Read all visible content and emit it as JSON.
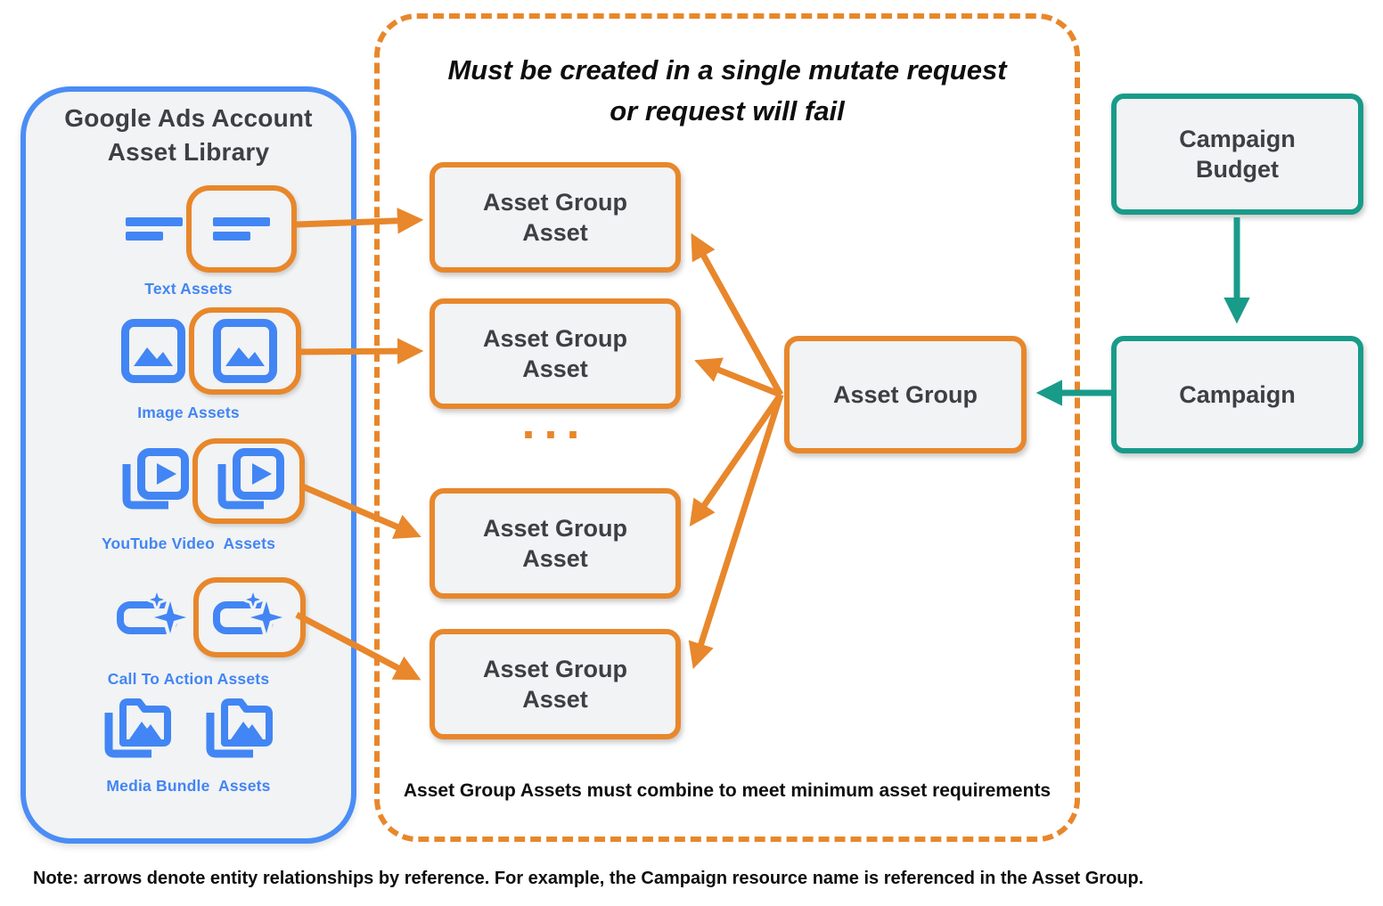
{
  "colors": {
    "blue": "#4285F4",
    "panel_border_blue": "#4A8DF5",
    "orange": "#E8872B",
    "teal": "#199B8A",
    "box_fill": "#F1F3F4",
    "dark_text": "#3C4043"
  },
  "asset_library": {
    "title": "Google Ads Account\nAsset Library",
    "items": [
      {
        "label": "Text Assets",
        "icon": "text-asset-icon",
        "highlighted": true
      },
      {
        "label": "Image Assets",
        "icon": "image-asset-icon",
        "highlighted": true
      },
      {
        "label": "YouTube Video  Assets",
        "icon": "youtube-video-asset-icon",
        "highlighted": true
      },
      {
        "label": "Call To Action Assets",
        "icon": "call-to-action-asset-icon",
        "highlighted": true
      },
      {
        "label": "Media Bundle  Assets",
        "icon": "media-bundle-asset-icon",
        "highlighted": false
      }
    ]
  },
  "mutate_group": {
    "title": "Must be created in a single mutate request\nor request will fail",
    "boxes": [
      {
        "label": "Asset Group\nAsset"
      },
      {
        "label": "Asset Group\nAsset"
      },
      {
        "label": "Asset Group\nAsset"
      },
      {
        "label": "Asset Group\nAsset"
      }
    ],
    "ellipsis": "...",
    "footnote": "Asset Group Assets must combine to meet minimum asset requirements"
  },
  "asset_group": {
    "label": "Asset Group"
  },
  "campaign_budget": {
    "label": "Campaign\nBudget"
  },
  "campaign": {
    "label": "Campaign"
  },
  "note": "Note: arrows denote entity relationships by reference. For example, the Campaign resource name is referenced in the Asset Group."
}
